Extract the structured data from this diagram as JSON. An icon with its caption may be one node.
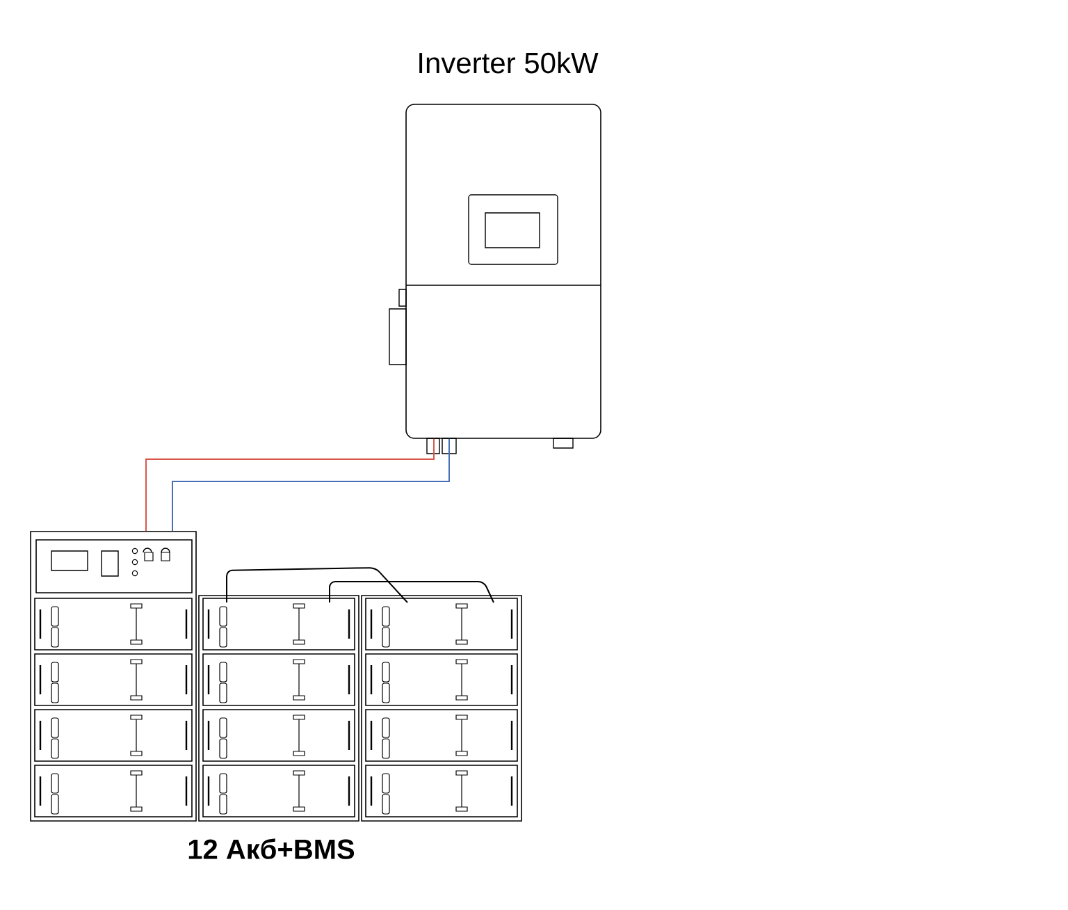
{
  "diagram": {
    "nodes": [
      {
        "text": [
          "Inverter 50kW"
        ]
      },
      {
        "text": [
          "12 Акб+BMS"
        ]
      }
    ],
    "edges": [
      {
        "from": 0,
        "to": 1,
        "arrow": "none",
        "color": "#d9574a"
      },
      {
        "from": 0,
        "to": 1,
        "arrow": "none",
        "color": "#4a6fb5"
      }
    ]
  }
}
